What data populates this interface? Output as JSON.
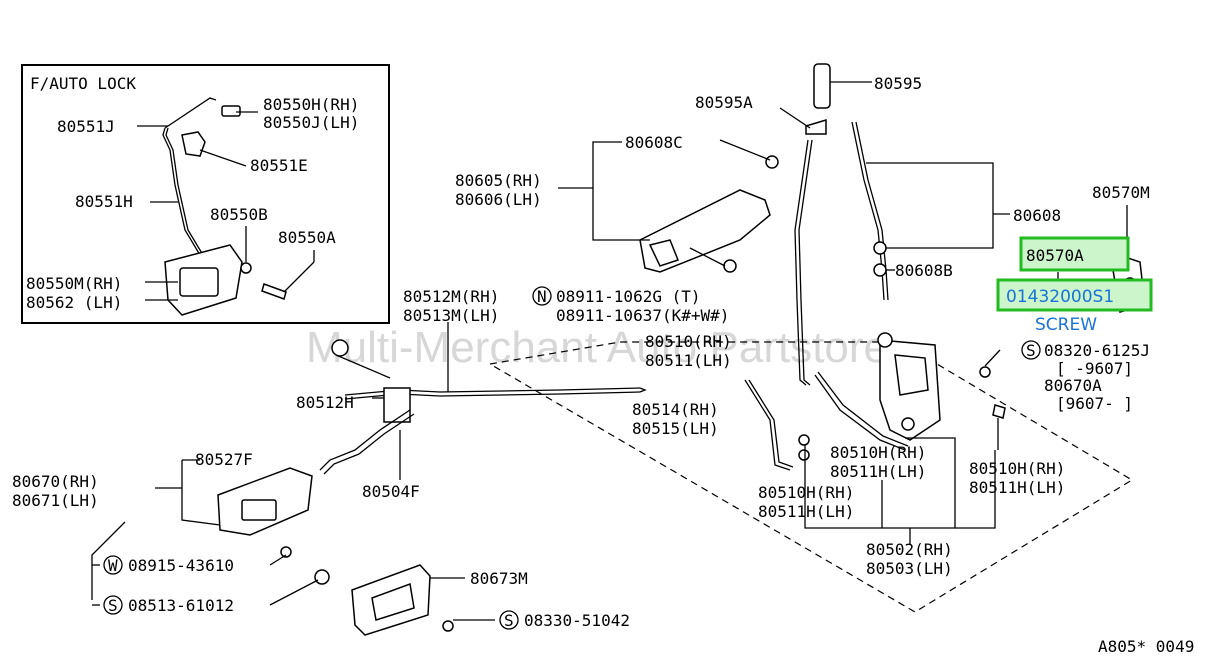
{
  "watermark": "Multi-Merchant Auto Partstore",
  "inset": {
    "title": "F/AUTO LOCK",
    "labels": {
      "l80550H": "80550H(RH)",
      "l80550J": "80550J(LH)",
      "l80551J": "80551J",
      "l80551E": "80551E",
      "l80551H": "80551H",
      "l80550B": "80550B",
      "l80550A": "80550A",
      "l80550M": "80550M(RH)",
      "l80562": "80562 (LH)"
    }
  },
  "labels": {
    "l80595": "80595",
    "l80595A": "80595A",
    "l80608C": "80608C",
    "l80605": "80605(RH)",
    "l80606": "80606(LH)",
    "l80608": "80608",
    "l80570M": "80570M",
    "l80570A": "80570A",
    "l80608B": "80608B",
    "l80512M": "80512M(RH)",
    "l80513M": "80513M(LH)",
    "nPrefix": "N",
    "l08911_1": "08911-1062G (T)",
    "l08911_2": "08911-10637(K#+W#)",
    "l80510": "80510(RH)",
    "l80511": "80511(LH)",
    "sPrefix1": "S",
    "l08320": "08320-6125J",
    "l9607a": "[    -9607]",
    "l80670A": "80670A",
    "l9607b": "[9607-    ]",
    "l80512H": "80512H",
    "l80514": "80514(RH)",
    "l80515": "80515(LH)",
    "l80510Ha": "80510H(RH)",
    "l80511Ha": "80511H(LH)",
    "l80510Hb": "80510H(RH)",
    "l80511Hb": "80511H(LH)",
    "l80510Hc": "80510H(RH)",
    "l80511Hc": "80511H(LH)",
    "l80527F": "80527F",
    "l80670": "80670(RH)",
    "l80671": "80671(LH)",
    "l80504F": "80504F",
    "wPrefix": "W",
    "l08915": "08915-43610",
    "sPrefix2": "S",
    "l08513": "08513-61012",
    "l80673M": "80673M",
    "sPrefix3": "S",
    "l08330": "08330-51042",
    "l80502": "80502(RH)",
    "l80503": "80503(LH)",
    "code": "A805* 0049"
  },
  "highlight": {
    "part_number": "01432000S1",
    "caption": "SCREW"
  }
}
